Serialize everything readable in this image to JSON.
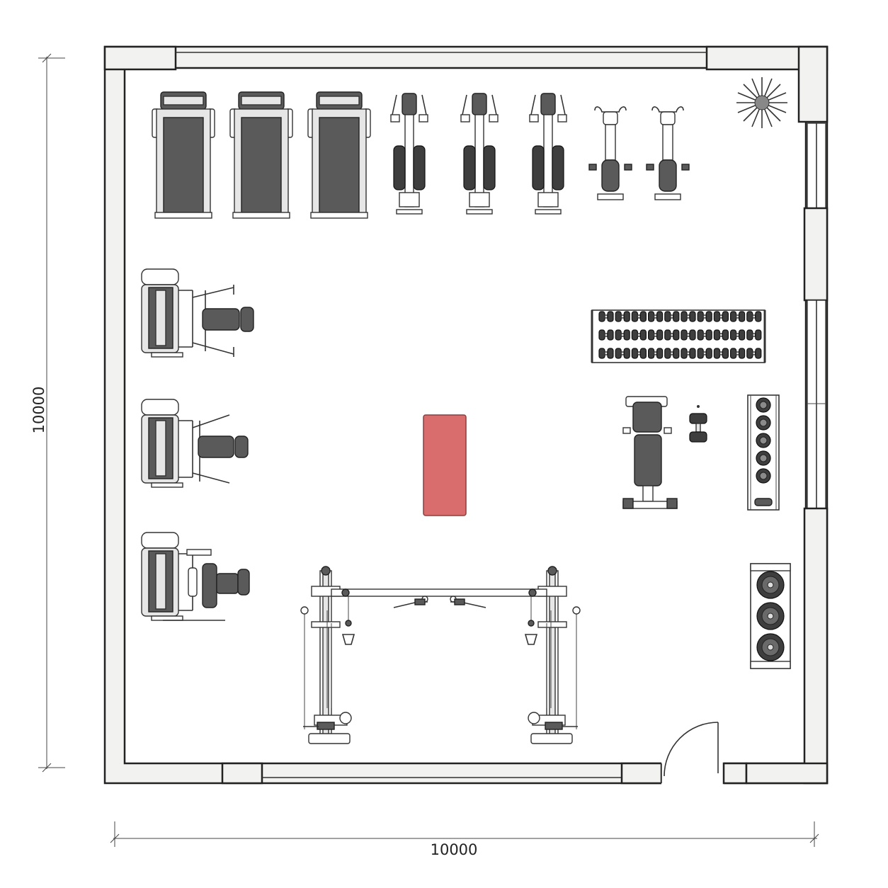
{
  "dimensions": {
    "width_label": "10000",
    "height_label": "10000"
  },
  "equipment": {
    "treadmills": 3,
    "ellipticals": 3,
    "exercise_bikes": 2,
    "plant": 1,
    "strength_machines": 3,
    "dumbbell_rack": {
      "tiers": 3,
      "pairs_per_tier": 10
    },
    "adjustable_bench": 1,
    "single_dumbbell": 1,
    "medicine_ball_rack": {
      "balls": 5
    },
    "exercise_mat": 1,
    "cable_crossover": 1,
    "plate_tree": {
      "plates": 3
    }
  },
  "colors": {
    "mat": "#d96d6d",
    "equipment_dark": "#5a5a5a",
    "wall_fill": "#f2f2f0"
  }
}
